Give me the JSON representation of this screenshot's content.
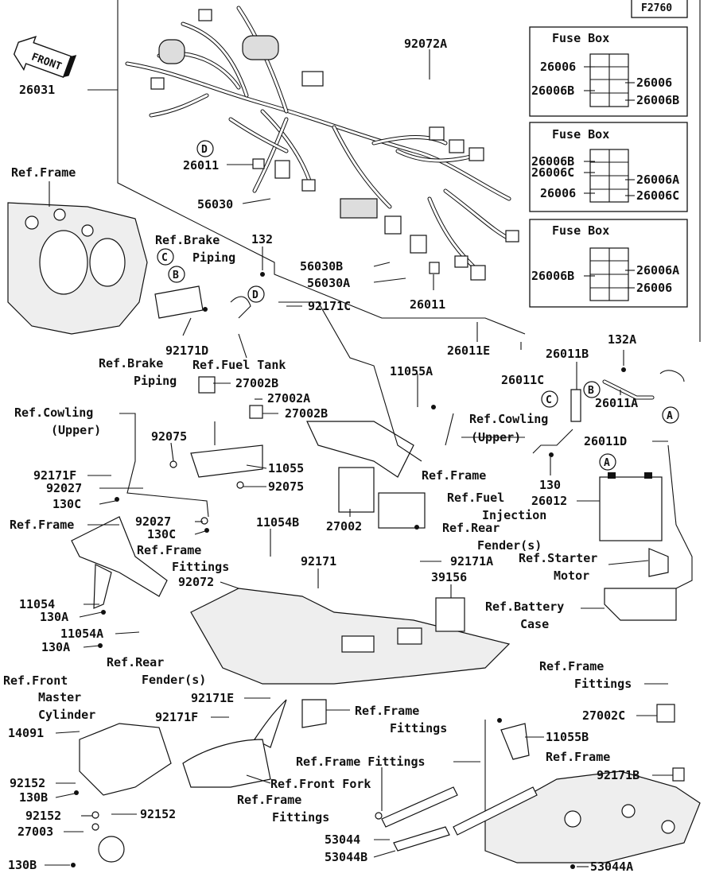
{
  "diagram_code": "F2760",
  "front_arrow": "FRONT",
  "fuse_boxes": [
    {
      "title": "Fuse Box",
      "labels": [
        "26006",
        "26006B",
        "26006",
        "26006B"
      ]
    },
    {
      "title": "Fuse Box",
      "labels": [
        "26006B",
        "26006C",
        "26006",
        "26006A",
        "26006C"
      ]
    },
    {
      "title": "Fuse Box",
      "labels": [
        "26006B",
        "26006A",
        "26006"
      ]
    }
  ],
  "callouts": {
    "c26031": "26031",
    "c92072A": "92072A",
    "c26011a": "26011",
    "c56030": "56030",
    "c56030B": "56030B",
    "c56030A": "56030A",
    "c26011b": "26011",
    "c26011E": "26011E",
    "c26011C": "26011C",
    "c26011B": "26011B",
    "c132A": "132A",
    "c26011A": "26011A",
    "c26011D": "26011D",
    "c92171C": "92171C",
    "c132": "132",
    "c92171D": "92171D",
    "c11055A": "11055A",
    "c27002B1": "27002B",
    "c27002A": "27002A",
    "c27002B2": "27002B",
    "c92075a": "92075",
    "c92171F": "92171F",
    "c92027a": "92027",
    "c130C1": "130C",
    "c11055": "11055",
    "c92075b": "92075",
    "c92027b": "92027",
    "c130C2": "130C",
    "c27002": "27002",
    "c130": "130",
    "c26012": "26012",
    "c11054B": "11054B",
    "c92171": "92171",
    "c92171A": "92171A",
    "c39156": "39156",
    "c92072": "92072",
    "c11054": "11054",
    "c130A1": "130A",
    "c11054A": "11054A",
    "c130A2": "130A",
    "c92171E": "92171E",
    "c92171F2": "92171F",
    "c14091": "14091",
    "c92152a": "92152",
    "c130B1": "130B",
    "c92152b": "92152",
    "c92152c": "92152",
    "c27003": "27003",
    "c130B2": "130B",
    "c11055B": "11055B",
    "c27002C": "27002C",
    "c92171B": "92171B",
    "c53044": "53044",
    "c53044B": "53044B",
    "c53044A": "53044A"
  },
  "references": {
    "r_frame1": "Ref.Frame",
    "r_brake_piping1": [
      "Ref.Brake",
      "Piping"
    ],
    "r_brake_piping2": [
      "Ref.Brake",
      "Piping"
    ],
    "r_fuel_tank": "Ref.Fuel Tank",
    "r_cowling1": [
      "Ref.Cowling",
      "(Upper)"
    ],
    "r_cowling2": [
      "Ref.Cowling",
      "(Upper)"
    ],
    "r_frame2": "Ref.Frame",
    "r_frame3": "Ref.Frame",
    "r_fuel_injection": [
      "Ref.Fuel",
      "Injection"
    ],
    "r_rear_fender1": [
      "Ref.Rear",
      "Fender(s)"
    ],
    "r_frame_fittings1": [
      "Ref.Frame",
      "Fittings"
    ],
    "r_starter_motor": [
      "Ref.Starter",
      "Motor"
    ],
    "r_battery_case": [
      "Ref.Battery",
      "Case"
    ],
    "r_rear_fender2": [
      "Ref.Rear",
      "Fender(s)"
    ],
    "r_front_master": [
      "Ref.Front",
      "Master",
      "Cylinder"
    ],
    "r_frame_fittings2": [
      "Ref.Frame",
      "Fittings"
    ],
    "r_frame_fittings3": [
      "Ref.Frame",
      "Fittings"
    ],
    "r_frame_fittings4": "Ref.Frame Fittings",
    "r_front_fork": "Ref.Front Fork",
    "r_frame_fittings5": [
      "Ref.Frame",
      "Fittings"
    ],
    "r_frame4": "Ref.Frame"
  },
  "circle_markers": {
    "A": "A",
    "B": "B",
    "C": "C",
    "D": "D"
  }
}
